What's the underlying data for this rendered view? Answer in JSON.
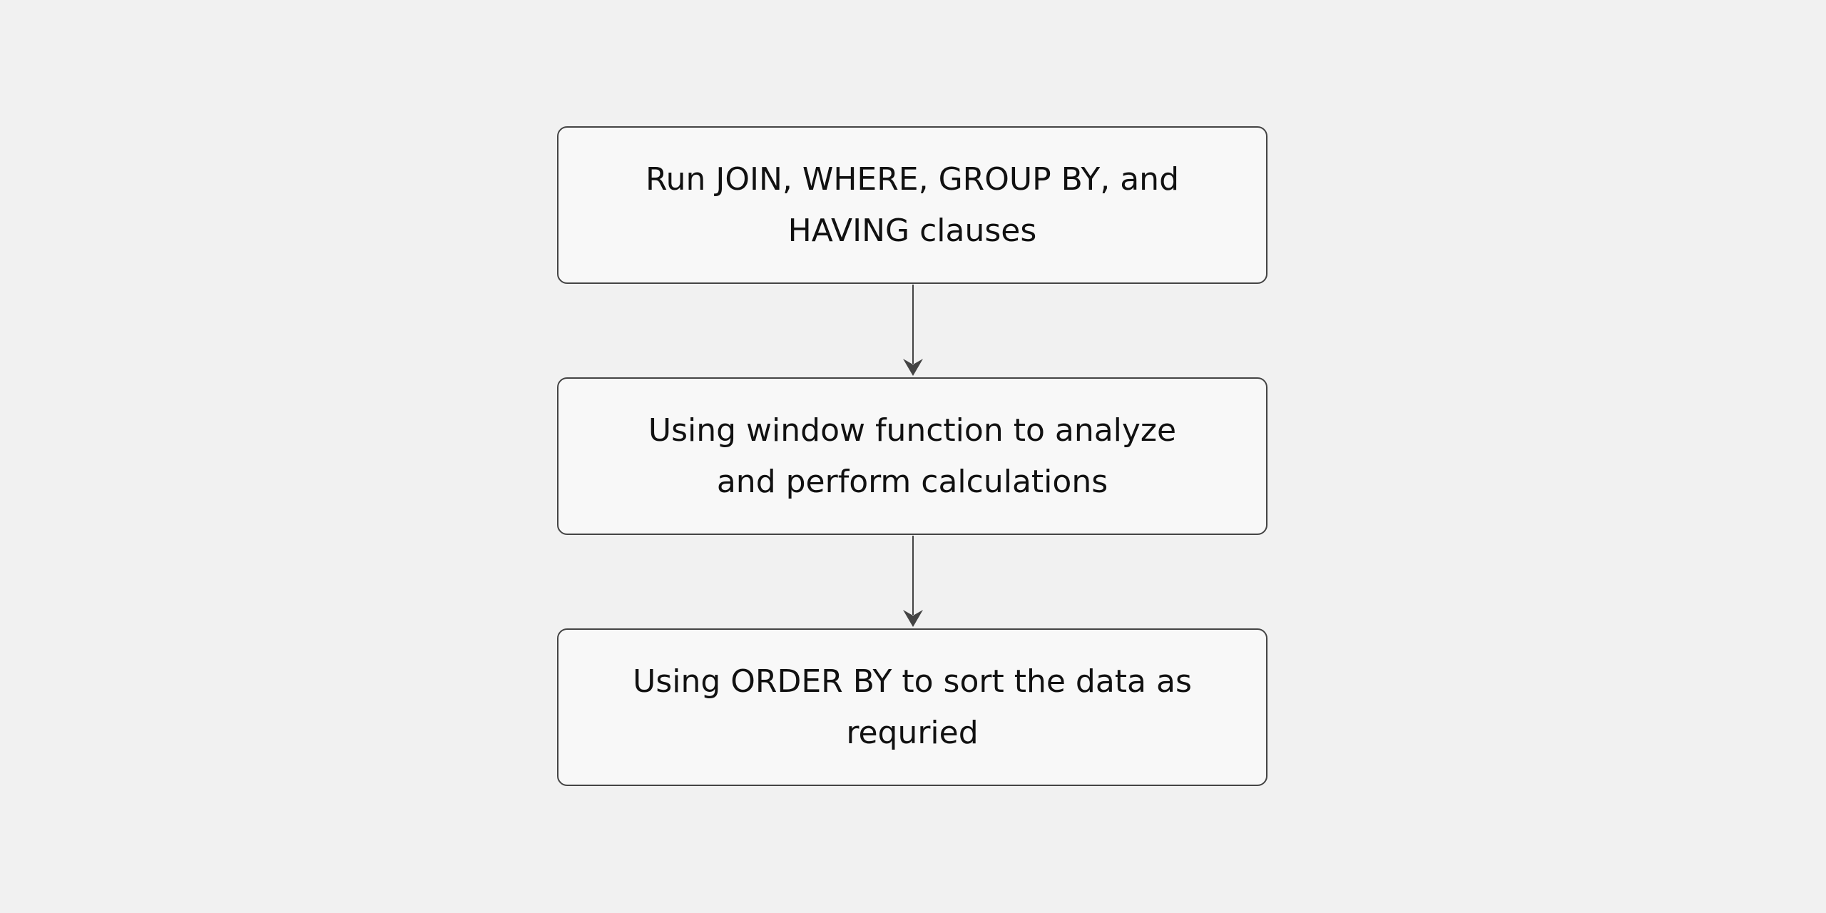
{
  "flowchart": {
    "steps": [
      {
        "label": "Run JOIN, WHERE, GROUP BY, and\nHAVING clauses"
      },
      {
        "label": "Using window function to analyze\nand perform calculations"
      },
      {
        "label": "Using ORDER BY to sort the data as\nrequried"
      }
    ],
    "colors": {
      "background": "#f1f1f1",
      "box_fill": "#f8f8f8",
      "box_border": "#444444",
      "arrow": "#444444",
      "text": "#111111"
    }
  }
}
